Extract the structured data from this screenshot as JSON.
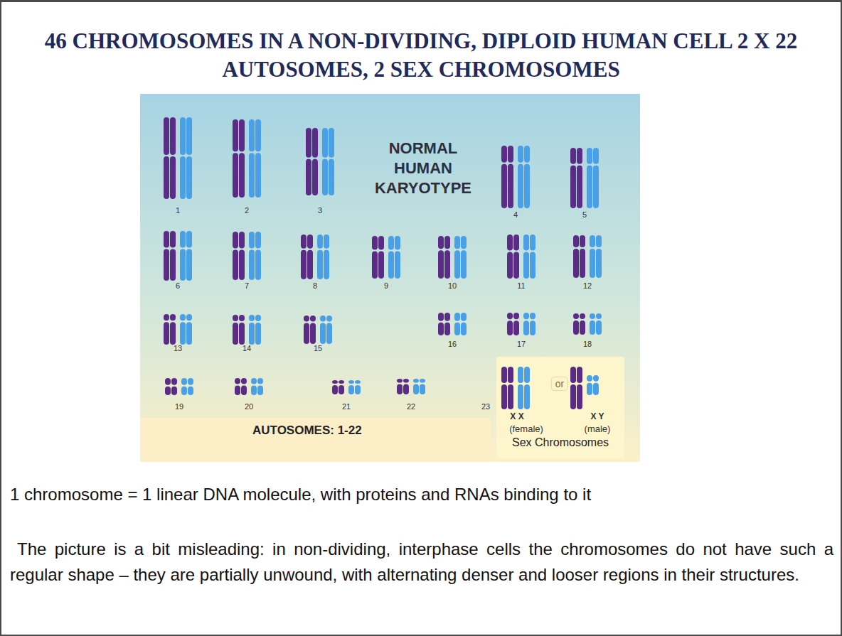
{
  "diagram": {
    "title": "46 CHROMOSOMES IN A NON-DIVIDING, DIPLOID HUMAN CELL 2 X 22 AUTOSOMES, 2 SEX CHROMOSOMES",
    "nodes": [
      {
        "text": [
          "AUTOSOMES: 1-22"
        ]
      },
      {
        "text": [
          "Sex Chromosomes"
        ]
      }
    ],
    "edges": [],
    "labels": [
      "NORMAL HUMAN KARYOTYPE",
      "1",
      "2",
      "3",
      "4",
      "5",
      "6",
      "7",
      "8",
      "9",
      "10",
      "11",
      "12",
      "13",
      "14",
      "15",
      "16",
      "17",
      "18",
      "19",
      "20",
      "21",
      "22",
      "23",
      "or",
      "X X",
      "(female)",
      "X Y",
      "(male)",
      "1 chromosome = 1 linear DNA molecule, with proteins and RNAs binding to it",
      "The picture is a bit misleading: in non-dividing, interphase cells the chromosomes do not have such a regular shape – they are partially unwound, with alternating denser and looser regions in their structures."
    ]
  }
}
